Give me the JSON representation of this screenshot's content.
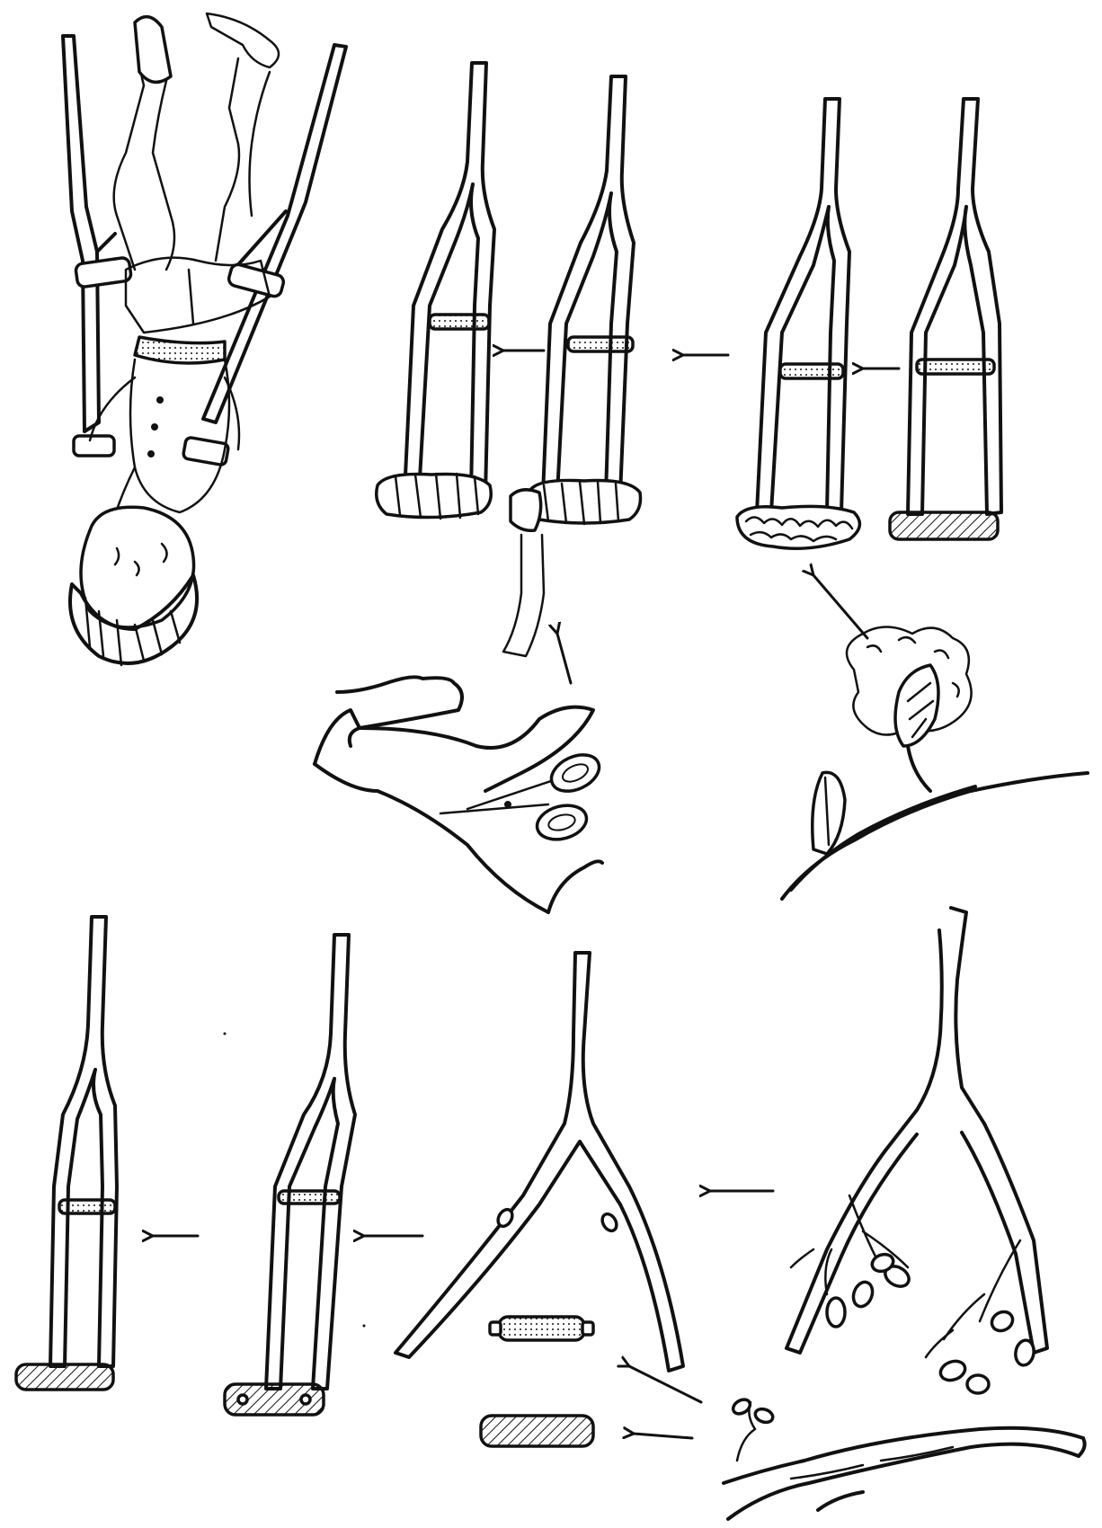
{
  "illustration": {
    "type": "how-to-make-crutches-sketch",
    "steps_top_row": [
      "crutch-with-wood-pad",
      "crutch-with-cotton-pad",
      "crutch-with-cloth-wrapped-pad",
      "finished-padded-crutch"
    ],
    "steps_bottom_row": [
      "forked-branch-with-leaves",
      "trimmed-forked-branch",
      "crutch-with-crossbar",
      "finished-crutch-with-pad"
    ],
    "materials": [
      "cotton-boll",
      "cloth-and-scissors",
      "branch-with-sprout",
      "wood-crossbar-piece",
      "wood-pad-block"
    ],
    "ink_color": "#111111",
    "background_color": "#ffffff"
  }
}
